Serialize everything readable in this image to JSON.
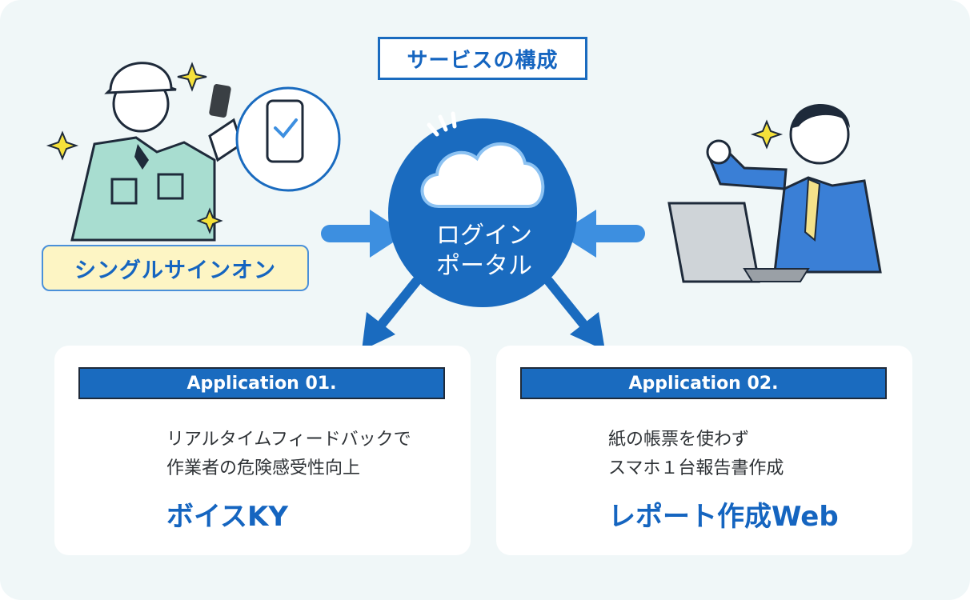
{
  "diagram": {
    "title": "サービスの構成",
    "sso_label": "シングルサインオン",
    "portal": {
      "line1": "ログイン",
      "line2": "ポータル"
    },
    "apps": [
      {
        "header": "Application 01.",
        "desc_line1": "リアルタイムフィードバックで",
        "desc_line2": "作業者の危険感受性向上",
        "name": "ボイスKY",
        "icon": "microphone-phone-icon"
      },
      {
        "header": "Application 02.",
        "desc_line1": "紙の帳票を使わず",
        "desc_line2": "スマホ１台報告書作成",
        "name": "レポート作成Web",
        "icon": "document-stack-icon"
      }
    ],
    "colors": {
      "primary": "#1a6bbf",
      "accent_blue": "#3d8fe0",
      "badge_yellow": "#fdf5c4",
      "background": "#f0f7f8"
    }
  }
}
